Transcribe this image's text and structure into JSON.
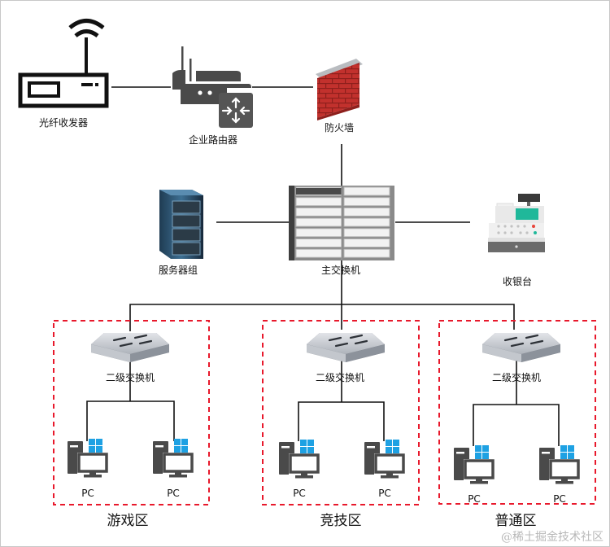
{
  "devices": {
    "fiber_transceiver": {
      "label": "光纤收发器",
      "icon": "wifi-router-icon"
    },
    "enterprise_router": {
      "label": "企业路由器",
      "icon": "router-icon"
    },
    "firewall": {
      "label": "防火墙",
      "icon": "brick-firewall-icon"
    },
    "server_group": {
      "label": "服务器组",
      "icon": "server-rack-icon"
    },
    "core_switch": {
      "label": "主交换机",
      "icon": "chassis-switch-icon"
    },
    "cash_register": {
      "label": "收银台",
      "icon": "cash-register-icon"
    }
  },
  "zones": [
    {
      "name": "游戏区",
      "switch_label": "二级交换机",
      "pcs": [
        "PC",
        "PC"
      ]
    },
    {
      "name": "竞技区",
      "switch_label": "二级交换机",
      "pcs": [
        "PC",
        "PC"
      ]
    },
    {
      "name": "普通区",
      "switch_label": "二级交换机",
      "pcs": [
        "PC",
        "PC"
      ]
    }
  ],
  "colors": {
    "zone_border": "#e8192c",
    "line": "#111111",
    "brick": "#c0302c",
    "windows_blue": "#1ea1e3",
    "device_dark": "#4a4a4a",
    "register_teal": "#1fb89a"
  },
  "watermark": "@稀土掘金技术社区"
}
